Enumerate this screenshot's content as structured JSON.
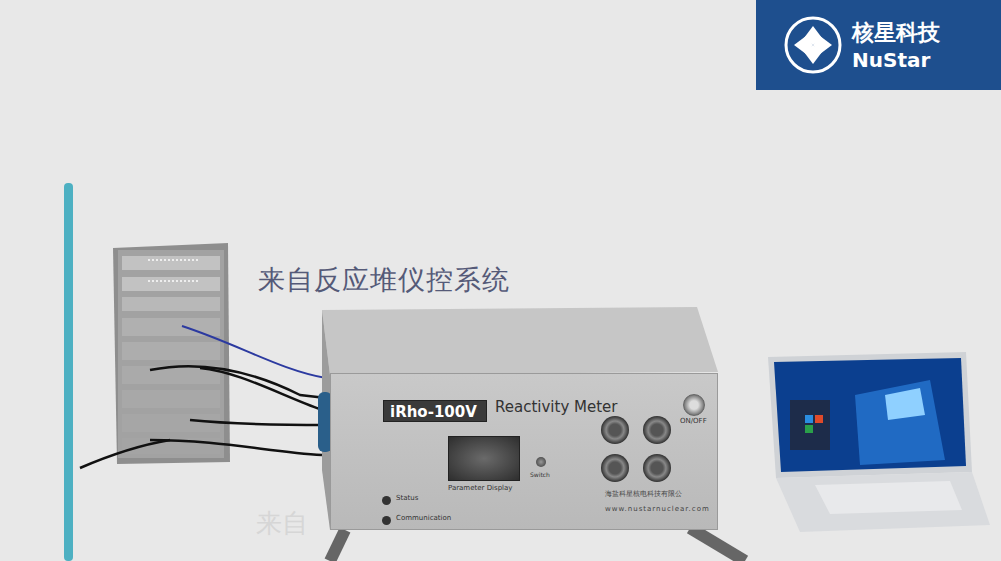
{
  "diagram": {
    "nodes": [
      {
        "text": [
          "核星科技",
          "NuStar"
        ]
      },
      {
        "text": [
          "Reactivity Meter",
          "海盐科星核电科技有限公",
          "www.nustarnuclear.com"
        ]
      },
      {
        "text": [
          "iRho-100V"
        ],
        "in": 1
      },
      {
        "text": [
          "Parameter Display"
        ],
        "in": 1
      }
    ],
    "labels": [
      "来自反应堆仪控系统",
      "Switch",
      "ON/OFF",
      "Status",
      "Communication",
      "来自"
    ]
  }
}
